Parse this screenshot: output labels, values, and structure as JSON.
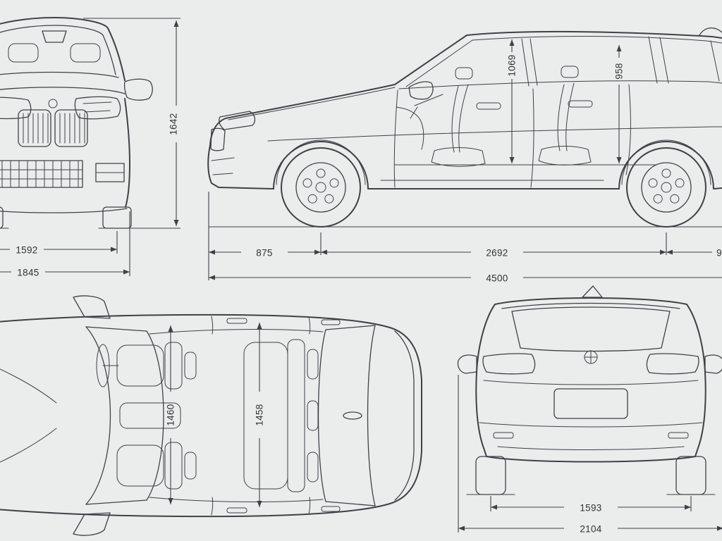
{
  "canvas": {
    "background": "#ebecec",
    "line_color": "#3d4248",
    "text_color": "#2e3338"
  },
  "views": {
    "front": {
      "name": "front-view",
      "dims": {
        "overall_height": "1642",
        "track_width": "1592",
        "overall_width": "1845"
      }
    },
    "side": {
      "name": "side-view",
      "dims": {
        "front_headroom": "1069",
        "rear_headroom": "958",
        "front_overhang": "875",
        "wheelbase": "2692",
        "rear_overhang_partial": "9",
        "overall_length": "4500"
      }
    },
    "top": {
      "name": "top-view",
      "dims": {
        "front_interior_width": "1460",
        "rear_interior_width": "1458"
      }
    },
    "rear": {
      "name": "rear-view",
      "dims": {
        "rear_track": "1593",
        "overall_width_incl_mirrors": "2104"
      }
    }
  }
}
